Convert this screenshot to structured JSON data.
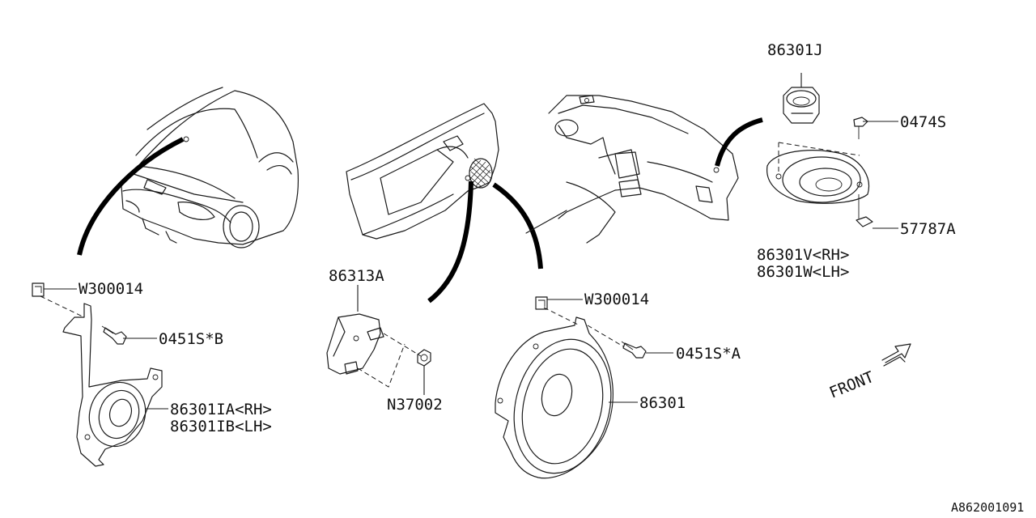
{
  "labels": {
    "rear_bracket_clip": "W300014",
    "rear_bolt": "0451S*B",
    "rear_speaker_rh": "86301IA<RH>",
    "rear_speaker_lh": "86301IB<LH>",
    "door_bracket": "86313A",
    "door_nut": "N37002",
    "door_clip": "W300014",
    "door_bolt": "0451S*A",
    "door_speaker": "86301",
    "tweeter": "86301J",
    "dash_screw": "0474S",
    "dash_nut": "57787A",
    "dash_speaker_rh": "86301V<RH>",
    "dash_speaker_lh": "86301W<LH>",
    "front": "FRONT",
    "diagram_ref": "A862001091"
  }
}
